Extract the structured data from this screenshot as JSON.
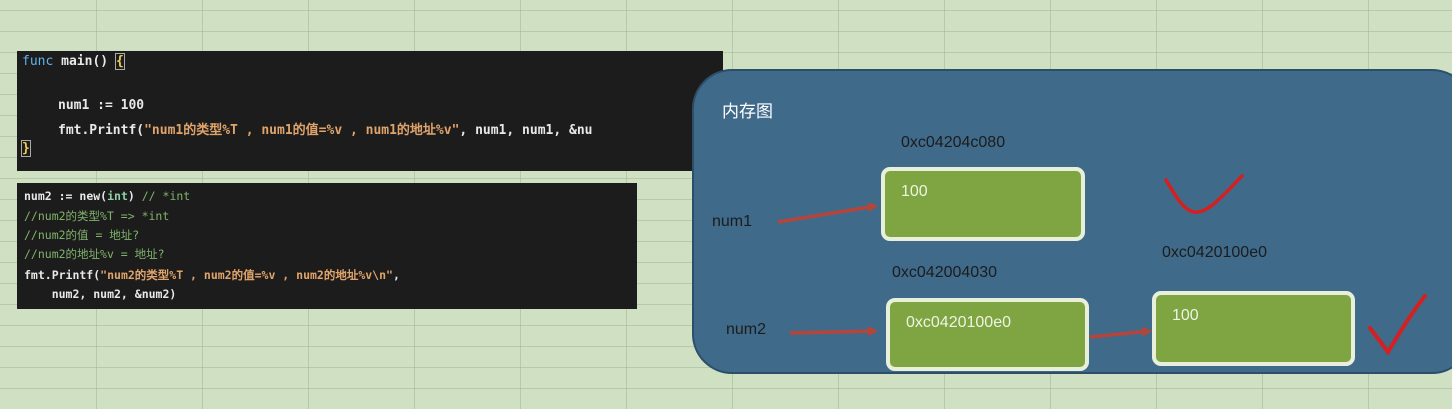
{
  "code_block_1": {
    "kw_func": "func",
    "fn_main": "main",
    "paren_open": "() ",
    "brace_open": "{",
    "l2_name": "num1",
    "l2_op": " := ",
    "l2_val": "100",
    "l3_call": "fmt.Printf(",
    "l3_str": "\"num1的类型%T , num1的值=%v , num1的地址%v\"",
    "l3_args": ", num1, num1, &nu",
    "brace_close": "}"
  },
  "code_block_2": {
    "l1_a": "num2 := ",
    "l1_new": "new",
    "l1_p1": "(",
    "l1_int": "int",
    "l1_p2": ") ",
    "l1_cm": "// *int",
    "l2": "//num2的类型%T => *int",
    "l3": "//num2的值 = 地址?",
    "l4": "//num2的地址%v = 地址?",
    "l5_call": "fmt.Printf(",
    "l5_str": "\"num2的类型%T , num2的值=%v , num2的地址%v\\n\"",
    "l5_end": ",",
    "l6": "    num2, num2, &num2)"
  },
  "memory": {
    "title": "内存图",
    "addr_num1": "0xc04204c080",
    "label_num1": "num1",
    "value_num1": "100",
    "addr_num2": "0xc042004030",
    "label_num2": "num2",
    "value_num2": "0xc0420100e0",
    "addr_pointee": "0xc0420100e0",
    "value_pointee": "100"
  },
  "colors": {
    "code_bg": "#1c1c1c",
    "panel_bg": "#3f6a8a",
    "box_fill": "#7ea542",
    "arrow": "#b5453a",
    "check_mark": "#d42020"
  }
}
